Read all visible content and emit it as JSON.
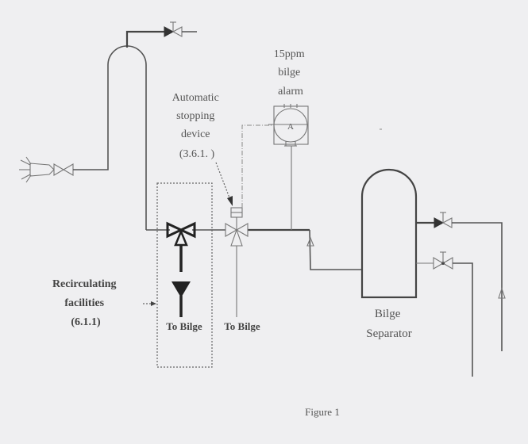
{
  "figure": {
    "caption": "Figure 1"
  },
  "labels": {
    "alarm": [
      "15ppm",
      "bilge",
      "alarm"
    ],
    "alarm_symbol": "A",
    "stopping_device": [
      "Automatic",
      "stopping",
      "device",
      "(3.6.1. )"
    ],
    "recirculating": [
      "Recirculating",
      "facilities",
      "(6.1.1)"
    ],
    "to_bilge_1": "To Bilge",
    "to_bilge_2": "To Bilge",
    "separator": [
      "Bilge",
      "Separator"
    ]
  },
  "components": [
    {
      "id": "discharge-nozzle",
      "type": "nozzle"
    },
    {
      "id": "inlet-valve",
      "type": "valve"
    },
    {
      "id": "vertical-vessel",
      "type": "vessel"
    },
    {
      "id": "top-outlet-valve",
      "type": "non-return-valve"
    },
    {
      "id": "recirculation-three-way-valve",
      "type": "three-way-valve"
    },
    {
      "id": "automatic-stopping-three-way-valve",
      "type": "three-way-valve"
    },
    {
      "id": "bilge-alarm",
      "type": "monitor"
    },
    {
      "id": "bilge-separator",
      "type": "vessel"
    },
    {
      "id": "separator-outlet-valve-upper",
      "type": "non-return-valve"
    },
    {
      "id": "separator-outlet-valve-lower",
      "type": "valve"
    }
  ]
}
